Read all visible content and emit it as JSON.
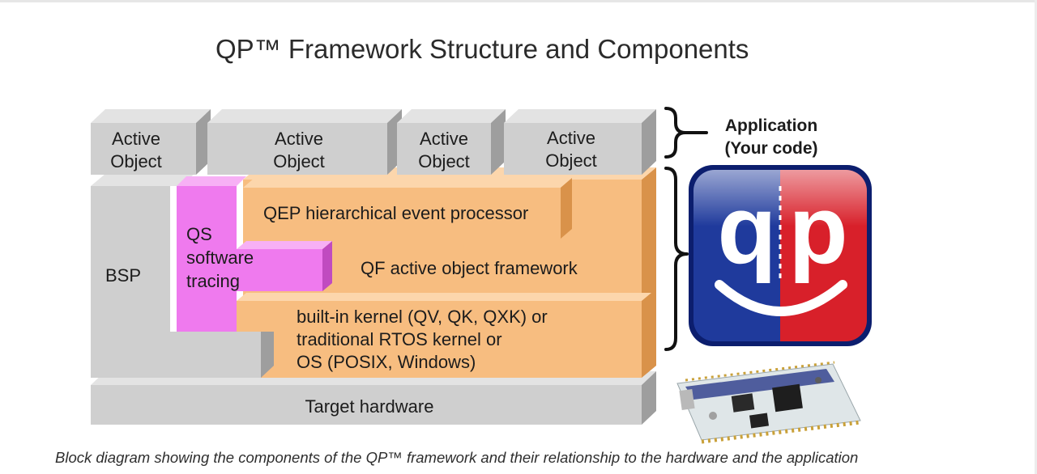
{
  "title": "QP™ Framework Structure and Components",
  "caption": "Block diagram showing the components of the QP™ framework and their relationship to the hardware and the application",
  "active_objects": [
    {
      "line1": "Active",
      "line2": "Object"
    },
    {
      "line1": "Active",
      "line2": "Object"
    },
    {
      "line1": "Active",
      "line2": "Object"
    },
    {
      "line1": "Active",
      "line2": "Object"
    }
  ],
  "bsp_label": "BSP",
  "qs_label": {
    "line1": "QS",
    "line2": "software",
    "line3": "tracing"
  },
  "qep_label": "QEP hierarchical event processor",
  "qf_label": "QF active object framework",
  "kernel_label": {
    "line1": "built-in kernel (QV, QK, QXK) or",
    "line2": "traditional RTOS kernel or",
    "line3": "OS (POSIX, Windows)"
  },
  "hardware_label": "Target hardware",
  "application_label": {
    "line1": "Application",
    "line2": "(Your code)"
  },
  "logo": {
    "left_letter": "q",
    "right_letter": "p",
    "left_color": "#1f3a9c",
    "right_color": "#d8202a"
  },
  "colors": {
    "gray_face": "#cfcfcf",
    "gray_top": "#e3e3e3",
    "gray_side": "#9e9e9e",
    "orange_face": "#f7bd80",
    "orange_top": "#fcd6ac",
    "orange_side": "#d9924a",
    "pink_face": "#ef7aee",
    "pink_top": "#f7b0f5",
    "pink_side": "#c04bc0"
  }
}
